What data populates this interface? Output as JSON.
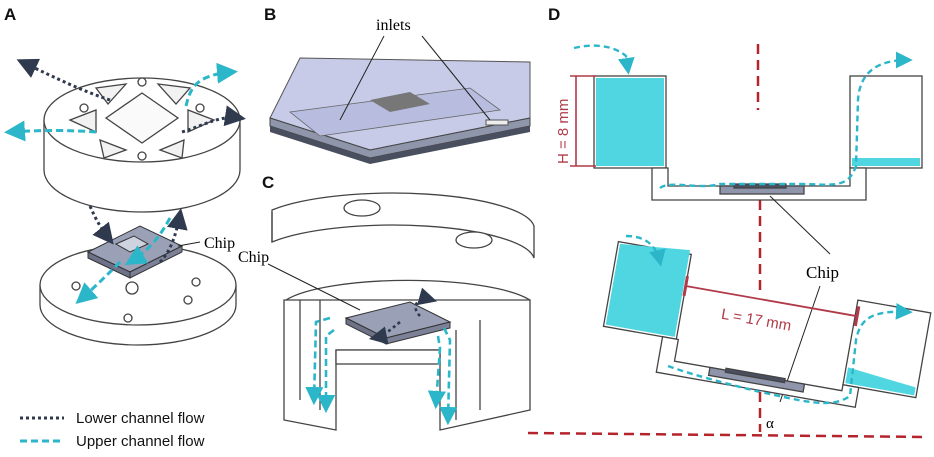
{
  "panels": {
    "a": "A",
    "b": "B",
    "c": "C",
    "d": "D"
  },
  "labels": {
    "inlets": "inlets",
    "chip_a": "Chip",
    "chip_c": "Chip",
    "chip_d": "Chip",
    "height": "H = 8 mm",
    "length": "L = 17 mm",
    "alpha": "α"
  },
  "legend": {
    "lower": "Lower channel flow",
    "upper": "Upper channel flow"
  },
  "colors": {
    "lower_flow": "#2f3a4f",
    "upper_flow": "#2bb6c9",
    "water": "#4fd6e1",
    "dimension": "#b03a48",
    "axis": "#b3242b",
    "chip": "#8f95aa"
  }
}
